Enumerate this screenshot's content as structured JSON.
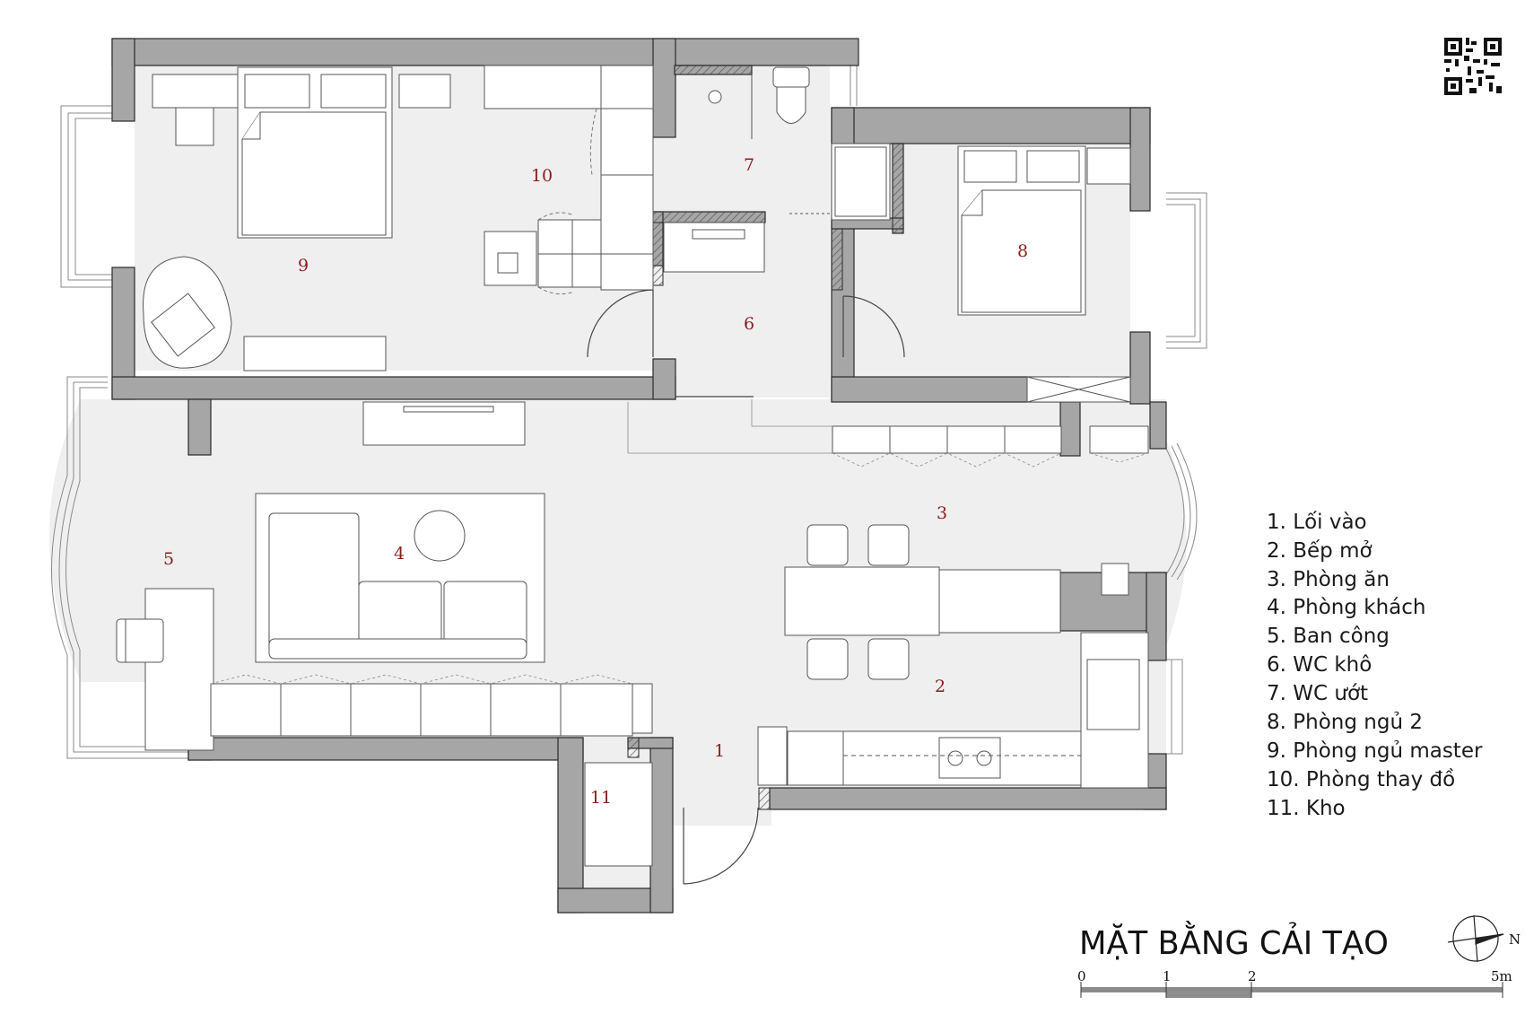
{
  "plan": {
    "title": "MẶT BẰNG  CẢI TẠO",
    "north": "N",
    "rooms": [
      {
        "num": "1"
      },
      {
        "num": "2"
      },
      {
        "num": "3"
      },
      {
        "num": "4"
      },
      {
        "num": "5"
      },
      {
        "num": "6"
      },
      {
        "num": "7"
      },
      {
        "num": "8"
      },
      {
        "num": "9"
      },
      {
        "num": "10"
      },
      {
        "num": "11"
      }
    ],
    "legend": [
      "1. Lối vào",
      "2. Bếp mở",
      "3. Phòng ăn",
      "4. Phòng khách",
      "5. Ban công",
      "6. WC khô",
      "7. WC ướt",
      "8. Phòng ngủ 2",
      "9. Phòng ngủ master",
      "10. Phòng thay đồ",
      "11. Kho"
    ],
    "scale": {
      "labels": [
        "0",
        "1",
        "2",
        "5m"
      ]
    },
    "colors": {
      "wall": "#a6a6a6",
      "wall_edge": "#2a2a2a",
      "floor": "#efefef",
      "label": "#8b1c1c"
    }
  }
}
